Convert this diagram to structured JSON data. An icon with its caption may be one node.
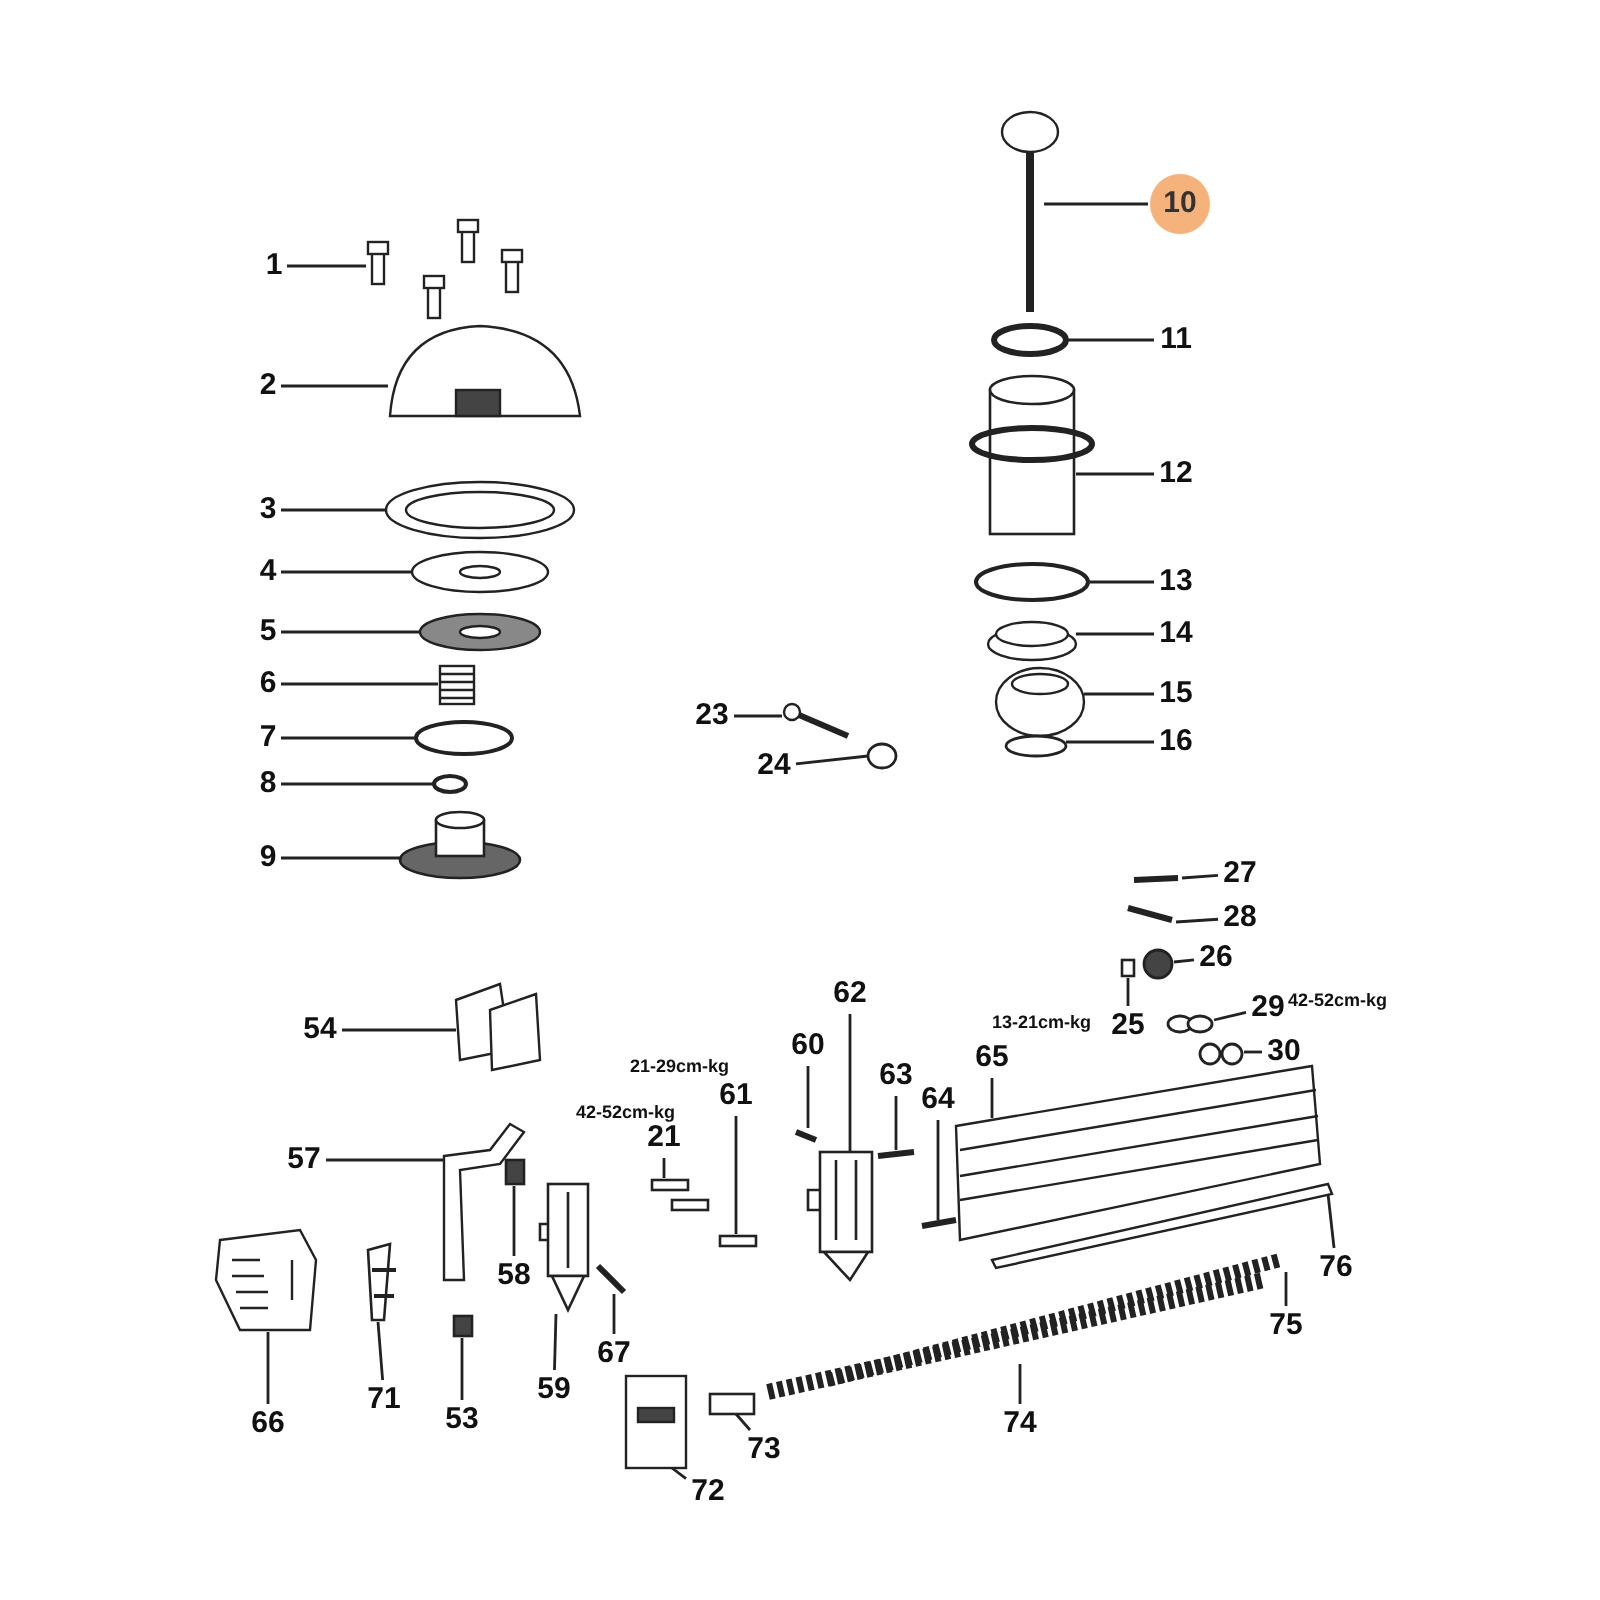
{
  "diagram": {
    "nodes": [
      {
        "text": [
          "10"
        ]
      },
      {
        "text": [
          "1"
        ]
      },
      {
        "text": [
          "11"
        ]
      },
      {
        "text": [
          "2"
        ]
      },
      {
        "text": [
          "12"
        ]
      },
      {
        "text": [
          "3"
        ]
      },
      {
        "text": [
          "13"
        ]
      },
      {
        "text": [
          "4"
        ]
      },
      {
        "text": [
          "14"
        ]
      },
      {
        "text": [
          "5"
        ]
      },
      {
        "text": [
          "15"
        ]
      },
      {
        "text": [
          "6"
        ]
      },
      {
        "text": [
          "23"
        ]
      },
      {
        "text": [
          "7"
        ]
      },
      {
        "text": [
          "16"
        ]
      },
      {
        "text": [
          "24"
        ]
      },
      {
        "text": [
          "8"
        ]
      },
      {
        "text": [
          "9"
        ]
      },
      {
        "text": [
          "27"
        ]
      },
      {
        "text": [
          "28"
        ]
      },
      {
        "text": [
          "26"
        ]
      },
      {
        "text": [
          "25"
        ]
      },
      {
        "text": [
          "29"
        ]
      },
      {
        "text": [
          "54"
        ]
      },
      {
        "text": [
          "62"
        ]
      },
      {
        "text": [
          "30"
        ]
      },
      {
        "text": [
          "60"
        ]
      },
      {
        "text": [
          "65"
        ]
      },
      {
        "text": [
          "63"
        ]
      },
      {
        "text": [
          "61"
        ]
      },
      {
        "text": [
          "64"
        ]
      },
      {
        "text": [
          "21"
        ]
      },
      {
        "text": [
          "57"
        ]
      },
      {
        "text": [
          "76"
        ]
      },
      {
        "text": [
          "58"
        ]
      },
      {
        "text": [
          "75"
        ]
      },
      {
        "text": [
          "67"
        ]
      },
      {
        "text": [
          "59"
        ]
      },
      {
        "text": [
          "71"
        ]
      },
      {
        "text": [
          "74"
        ]
      },
      {
        "text": [
          "53"
        ]
      },
      {
        "text": [
          "66"
        ]
      },
      {
        "text": [
          "73"
        ]
      },
      {
        "text": [
          "72"
        ]
      },
      {
        "text": [],
        "shape": "picture"
      },
      {
        "text": [],
        "shape": "picture"
      },
      {
        "text": [],
        "shape": "circle"
      },
      {
        "text": [],
        "shape": "picture"
      },
      {
        "text": [],
        "shape": "cylinder"
      },
      {
        "text": [],
        "shape": "picture"
      },
      {
        "text": [],
        "shape": "circle"
      },
      {
        "text": [],
        "shape": "picture"
      },
      {
        "text": [],
        "shape": "picture"
      },
      {
        "text": [],
        "shape": "picture"
      },
      {
        "text": [],
        "shape": "picture"
      },
      {
        "text": [],
        "shape": "picture"
      },
      {
        "text": [],
        "shape": "picture"
      },
      {
        "text": [],
        "shape": "circle"
      },
      {
        "text": [],
        "shape": "circle"
      },
      {
        "text": [],
        "shape": "circle"
      },
      {
        "text": [],
        "shape": "circle"
      },
      {
        "text": [],
        "shape": "cylinder"
      },
      {
        "text": [],
        "shape": "bar"
      },
      {
        "text": [],
        "shape": "bar"
      },
      {
        "text": [],
        "shape": "circle"
      },
      {
        "text": [],
        "shape": "box"
      },
      {
        "text": [],
        "shape": "circle"
      },
      {
        "text": [],
        "shape": "picture"
      },
      {
        "text": [],
        "shape": "box"
      },
      {
        "text": [],
        "shape": "circle"
      },
      {
        "text": [],
        "shape": "bar"
      },
      {
        "text": [],
        "shape": "picture"
      },
      {
        "text": [],
        "shape": "bar"
      },
      {
        "text": [],
        "shape": "box"
      },
      {
        "text": [],
        "shape": "bar"
      },
      {
        "text": [],
        "shape": "box"
      },
      {
        "text": [],
        "shape": "picture"
      },
      {
        "text": [],
        "shape": "bar"
      },
      {
        "text": [],
        "shape": "box"
      },
      {
        "text": [],
        "shape": "picture"
      },
      {
        "text": [],
        "shape": "bar"
      },
      {
        "text": [],
        "shape": "box"
      },
      {
        "text": [],
        "shape": "box"
      },
      {
        "text": [],
        "shape": "picture"
      },
      {
        "text": [],
        "shape": "box"
      },
      {
        "text": [],
        "shape": "picture"
      },
      {
        "text": [],
        "shape": "box"
      },
      {
        "text": [],
        "shape": "picture"
      }
    ],
    "edges": [
      {
        "from": 0,
        "to": 44,
        "arrow": "none"
      },
      {
        "from": 1,
        "to": 45,
        "arrow": "none"
      },
      {
        "from": 2,
        "to": 46,
        "arrow": "none"
      },
      {
        "from": 3,
        "to": 47,
        "arrow": "none"
      },
      {
        "from": 4,
        "to": 48,
        "arrow": "none"
      },
      {
        "from": 5,
        "to": 49,
        "arrow": "none"
      },
      {
        "from": 6,
        "to": 50,
        "arrow": "none"
      },
      {
        "from": 7,
        "to": 51,
        "arrow": "none"
      },
      {
        "from": 8,
        "to": 52,
        "arrow": "none"
      },
      {
        "from": 9,
        "to": 53,
        "arrow": "none"
      },
      {
        "from": 10,
        "to": 54,
        "arrow": "none"
      },
      {
        "from": 11,
        "to": 55,
        "arrow": "none"
      },
      {
        "from": 12,
        "to": 56,
        "arrow": "none"
      },
      {
        "from": 13,
        "to": 57,
        "arrow": "none"
      },
      {
        "from": 14,
        "to": 58,
        "arrow": "none"
      },
      {
        "from": 15,
        "to": 59,
        "arrow": "none"
      },
      {
        "from": 16,
        "to": 60,
        "arrow": "none"
      },
      {
        "from": 17,
        "to": 61,
        "arrow": "none"
      },
      {
        "from": 18,
        "to": 62,
        "arrow": "none"
      },
      {
        "from": 19,
        "to": 63,
        "arrow": "none"
      },
      {
        "from": 20,
        "to": 64,
        "arrow": "none"
      },
      {
        "from": 21,
        "to": 65,
        "arrow": "none"
      },
      {
        "from": 22,
        "to": 66,
        "arrow": "none"
      },
      {
        "from": 23,
        "to": 67,
        "arrow": "none"
      },
      {
        "from": 24,
        "to": 68,
        "arrow": "none"
      },
      {
        "from": 25,
        "to": 69,
        "arrow": "none"
      },
      {
        "from": 26,
        "to": 70,
        "arrow": "none"
      },
      {
        "from": 27,
        "to": 71,
        "arrow": "none"
      },
      {
        "from": 28,
        "to": 72,
        "arrow": "none"
      },
      {
        "from": 29,
        "to": 73,
        "arrow": "none"
      },
      {
        "from": 30,
        "to": 74,
        "arrow": "none"
      },
      {
        "from": 31,
        "to": 75,
        "arrow": "none"
      },
      {
        "from": 32,
        "to": 76,
        "arrow": "none"
      },
      {
        "from": 33,
        "to": 77,
        "arrow": "none"
      },
      {
        "from": 34,
        "to": 78,
        "arrow": "none"
      },
      {
        "from": 35,
        "to": 79,
        "arrow": "none"
      },
      {
        "from": 36,
        "to": 80,
        "arrow": "none"
      },
      {
        "from": 37,
        "to": 81,
        "arrow": "none"
      },
      {
        "from": 38,
        "to": 82,
        "arrow": "none"
      },
      {
        "from": 39,
        "to": 83,
        "arrow": "none"
      },
      {
        "from": 40,
        "to": 84,
        "arrow": "none"
      },
      {
        "from": 41,
        "to": 85,
        "arrow": "none"
      },
      {
        "from": 42,
        "to": 86,
        "arrow": "none"
      },
      {
        "from": 43,
        "to": 87,
        "arrow": "none"
      }
    ],
    "labels": [
      "42-52cm-kg",
      "13-21cm-kg",
      "21-29cm-kg",
      "42-52cm-kg"
    ]
  }
}
